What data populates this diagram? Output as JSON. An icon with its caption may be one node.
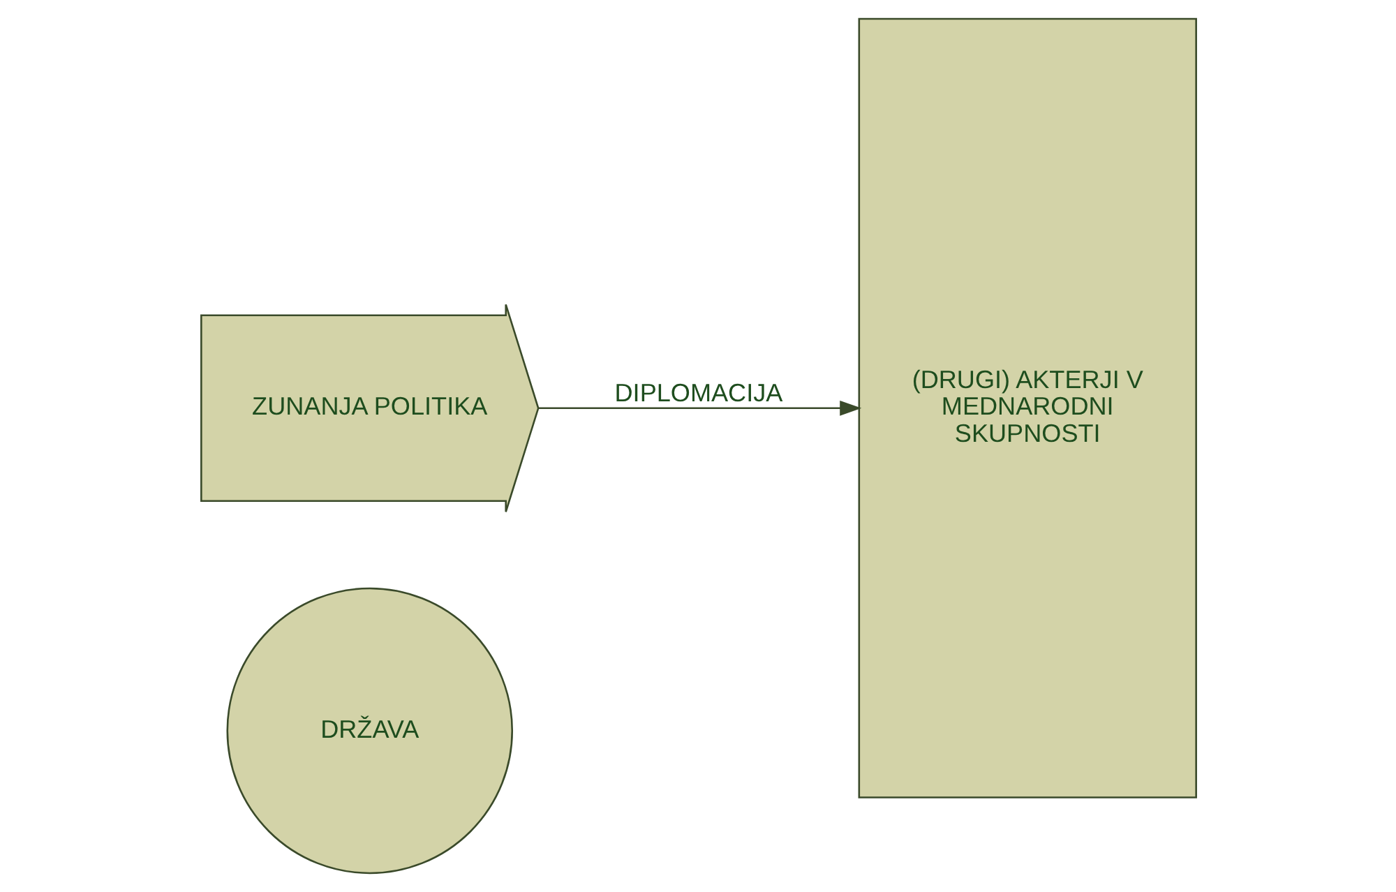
{
  "diagram": {
    "nodes": [
      {
        "text": [
          "DRŽAVA"
        ]
      },
      {
        "text": [
          "ZUNANJA POLITIKA"
        ]
      },
      {
        "text": [
          "(DRUGI) AKTERJI V MEDNARODNI SKUPNOSTI"
        ]
      }
    ],
    "edges": [
      {
        "from": 1,
        "to": 2,
        "arrow": "to",
        "label": "DIPLOMACIJA"
      }
    ]
  }
}
